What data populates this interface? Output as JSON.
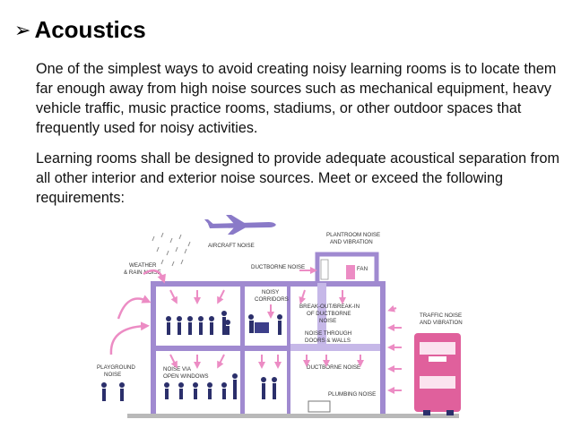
{
  "heading": {
    "bullet_icon": "arrow-bullet-icon",
    "text": "Acoustics"
  },
  "paragraphs": {
    "p1": "One of the simplest ways to avoid creating noisy learning rooms is to locate them far enough away from high noise sources such as mechanical equipment, heavy vehicle traffic, music practice rooms, stadiums, or other outdoor spaces that frequently used for noisy activities.",
    "p2": "Learning rooms shall be designed to provide adequate acoustical separation from all other interior and exterior noise sources. Meet or exceed the following requirements:"
  },
  "diagram": {
    "labels": {
      "aircraft": "AIRCRAFT NOISE",
      "plant1": "PLANTROOM NOISE",
      "plant2": "AND VIBRATION",
      "weather1": "WEATHER",
      "weather2": "& RAIN NOISE",
      "ductborne_top": "DUCTBORNE NOISE",
      "fan": "FAN",
      "noisy1": "NOISY",
      "noisy2": "CORRIDORS",
      "breakout1": "BREAK-OUT/BREAK-IN",
      "breakout2": "OF DUCTBORNE",
      "breakout3": "NOISE",
      "through1": "NOISE THROUGH",
      "through2": "DOORS & WALLS",
      "traffic1": "TRAFFIC NOISE",
      "traffic2": "AND VIBRATION",
      "playground1": "PLAYGROUND",
      "playground2": "NOISE",
      "via1": "NOISE VIA",
      "via2": "OPEN WINDOWS",
      "ductborne_low": "DUCTBORNE NOISE",
      "plumbing": "PLUMBING NOISE"
    },
    "colors": {
      "structure": "#a08ad0",
      "arrow": "#ec8cc4",
      "people": "#2b2f6b",
      "bus": "#e0609c"
    }
  }
}
